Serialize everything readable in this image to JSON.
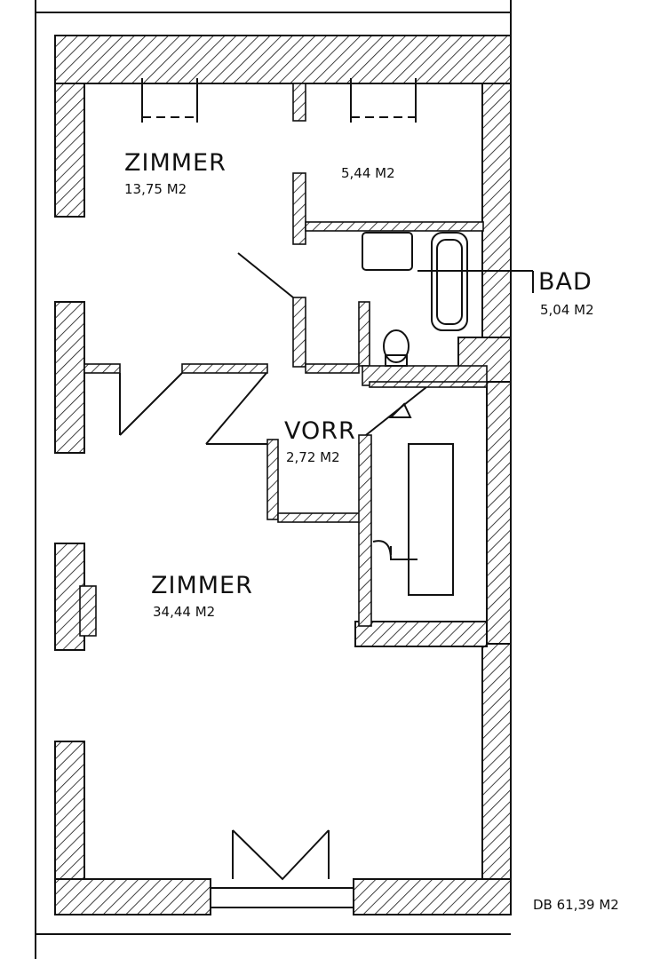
{
  "rooms": {
    "zimmer_top": {
      "name": "ZIMMER",
      "area": "13,75 M2"
    },
    "small_room": {
      "area": "5,44 M2"
    },
    "bad": {
      "name": "BAD",
      "area": "5,04 M2"
    },
    "vorr": {
      "name": "VORR",
      "area": "2,72 M2"
    },
    "zimmer_main": {
      "name": "ZIMMER",
      "area": "34,44 M2"
    }
  },
  "total_area": "DB 61,39 M2",
  "colors": {
    "ink": "#111111",
    "paper": "#ffffff"
  }
}
